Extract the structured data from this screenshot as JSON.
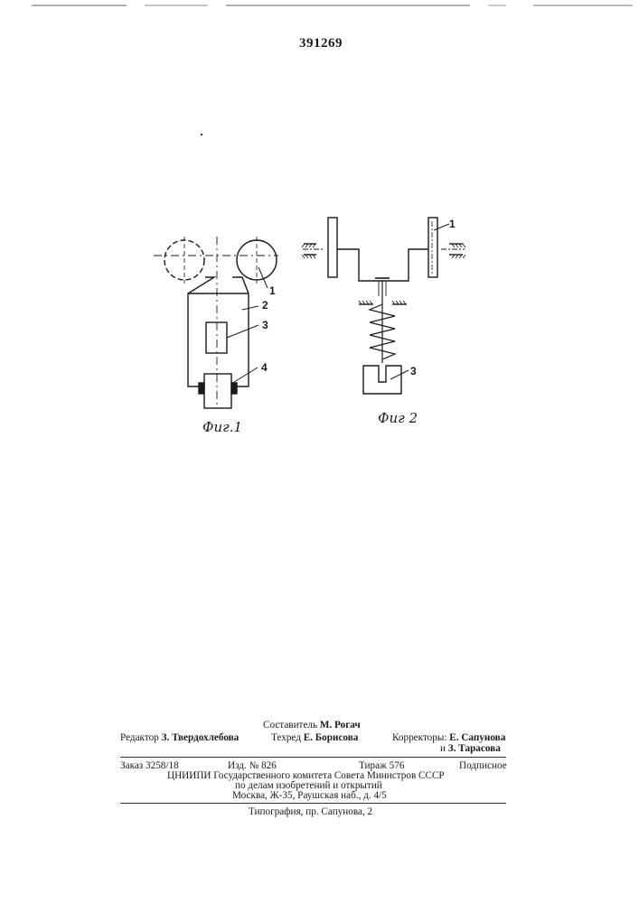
{
  "patent": {
    "number": "391269"
  },
  "figures": [
    {
      "caption": "Фиг.1",
      "labels": [
        "1",
        "2",
        "3",
        "4"
      ]
    },
    {
      "caption": "Фиг 2",
      "labels": [
        "1",
        "3"
      ]
    }
  ],
  "imprint": {
    "compiler_label": "Составитель",
    "compiler_name": "М. Рогач",
    "editor_label": "Редактор",
    "editor_name": "З. Твердохлебова",
    "techred_label": "Техред",
    "techred_name": "Е. Борисова",
    "correctors_label": "Корректоры:",
    "corrector_1": "Е. Сапунова",
    "corrector_and": "и",
    "corrector_2": "З. Тарасова",
    "order": "Заказ 3258/18",
    "edition": "Изд. № 826",
    "circulation": "Тираж 576",
    "subscription": "Подписное",
    "institute": "ЦНИИПИ Государственного комитета Совета Министров СССР",
    "affairs": "по делам изобретений и открытий",
    "address": "Москва, Ж-35, Раушская наб., д. 4/5",
    "printing": "Типография, пр. Сапунова, 2"
  }
}
